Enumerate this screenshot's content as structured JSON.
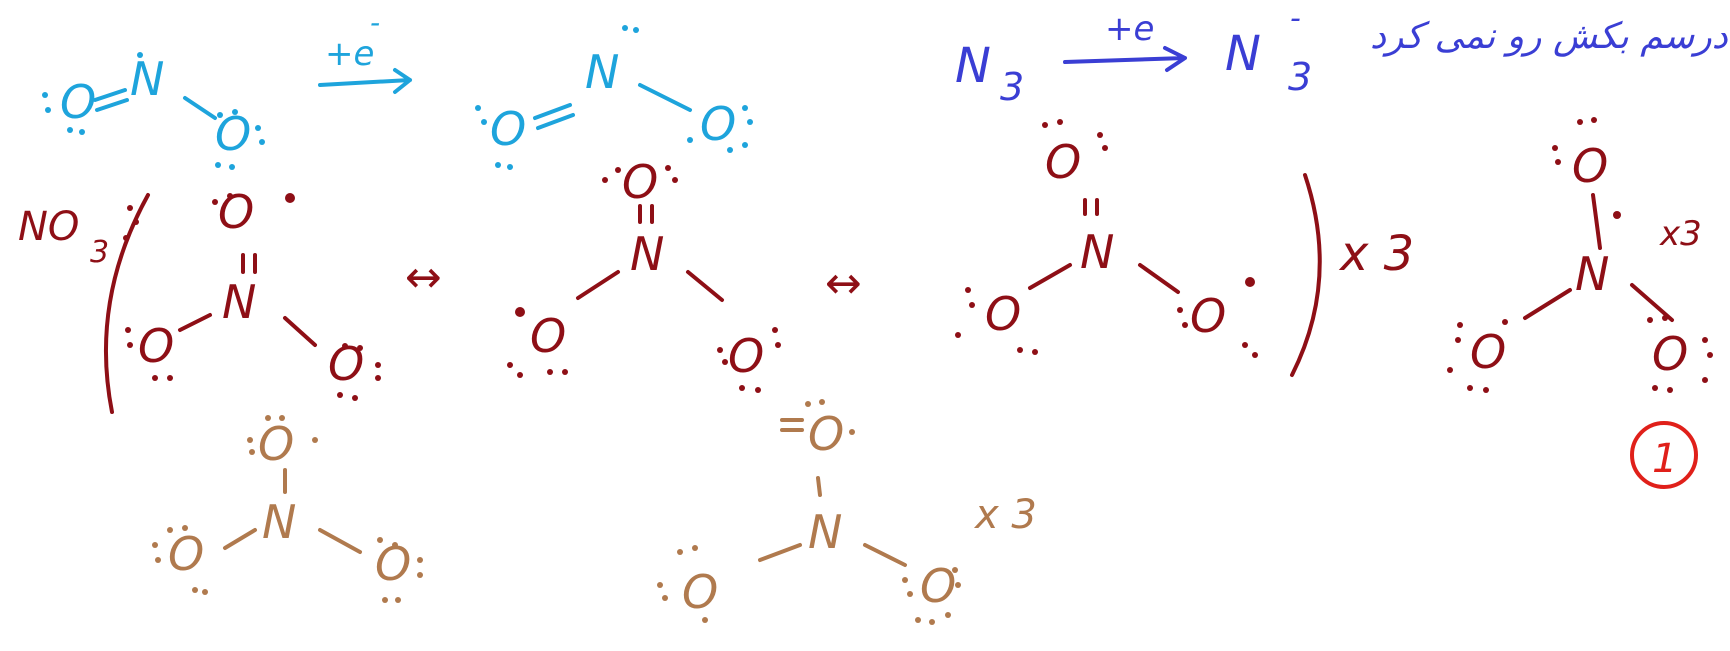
{
  "colors": {
    "no2": "#1ea4dc",
    "n3": "#3a3ed4",
    "no3_radical": "#8e0f16",
    "no3_anion": "#b07a4e",
    "circle": "#e0201a"
  },
  "labels": {
    "electron_left": "+e",
    "electron_left_sup": "-",
    "n3_left": "N",
    "n3_left_sub": "3",
    "electron_right": "+e",
    "n3_right": "N",
    "n3_right_sub": "3",
    "n3_right_sup": "-",
    "persian_note": "درسم بکش رو نمی کرد",
    "no3_label": "NO",
    "no3_label_sub": "3",
    "times3_main": "x 3",
    "times3_side": "x3",
    "times3_tan": "x 3",
    "circled_number": "1",
    "atom_o": "O",
    "atom_n": "N",
    "resonance_arrow": "↔"
  }
}
